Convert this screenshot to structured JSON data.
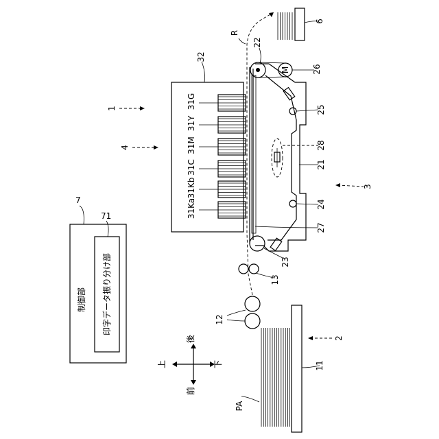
{
  "labels": {
    "device_1": "1",
    "sheet_supply_2": "2",
    "conveyor_unit_3": "3",
    "print_unit_4": "4",
    "output_tray_6": "6",
    "controller_7": "7",
    "print_data_distributor_71": "71",
    "conveyor_belt_21": "21",
    "roller_22": "22",
    "roller_23": "23",
    "roller_24": "24",
    "roller_25": "25",
    "motor_26": "26",
    "frame_27": "27",
    "suction_28": "28",
    "pickup_12": "12",
    "registration_13": "13",
    "tray_11": "11",
    "head_holder_32": "32",
    "paper_PA": "PA",
    "path_R": "R",
    "head_31G": "31G",
    "head_31Y": "31Y",
    "head_31M": "31M",
    "head_31C": "31C",
    "head_31Kb": "31Kb",
    "head_31Ka": "31Ka"
  },
  "controller": {
    "title": "制御部",
    "sub_box": "印字データ振り分け部"
  },
  "motor_symbol": "M",
  "directions": {
    "up": "上",
    "down": "下",
    "front": "前",
    "back": "後"
  }
}
